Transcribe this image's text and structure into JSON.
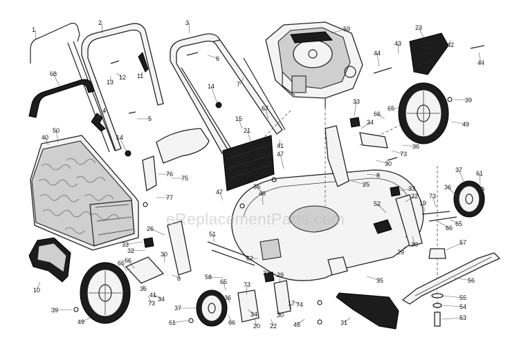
{
  "watermark": "eReplacementParts.com",
  "callouts": [
    "1",
    "2",
    "3",
    "4",
    "5",
    "6",
    "7",
    "8",
    "10",
    "11",
    "12",
    "13",
    "14",
    "15",
    "17",
    "18",
    "19",
    "20",
    "21",
    "22",
    "23",
    "25",
    "26",
    "29",
    "30",
    "31",
    "32",
    "33",
    "34",
    "35",
    "36",
    "37",
    "39",
    "40",
    "41",
    "42",
    "43",
    "44",
    "45",
    "46",
    "47",
    "49",
    "50",
    "51",
    "52",
    "53",
    "54",
    "55",
    "56",
    "57",
    "58",
    "59",
    "61",
    "62",
    "65",
    "66",
    "67",
    "68",
    "73",
    "74",
    "75",
    "76",
    "77"
  ]
}
